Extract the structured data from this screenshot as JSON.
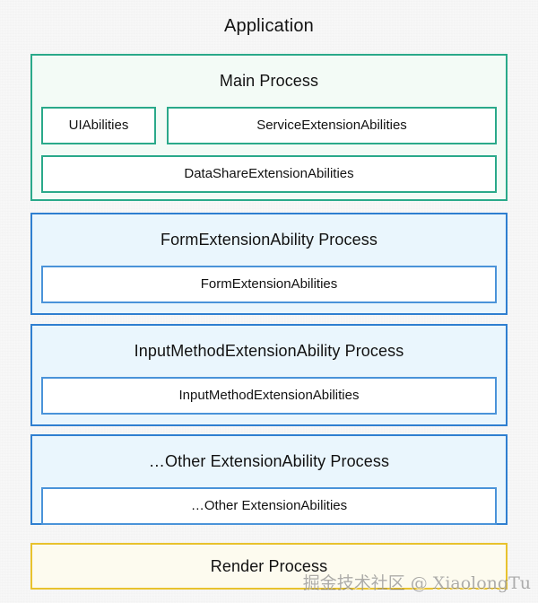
{
  "diagram": {
    "title": "Application",
    "processes": [
      {
        "id": "main",
        "title": "Main Process",
        "border_color": "#2aa98a",
        "fill_color": "#f3fbf6",
        "abilities": [
          "UIAbilities",
          "ServiceExtensionAbilities",
          "DataShareExtensionAbilities"
        ]
      },
      {
        "id": "form",
        "title": "FormExtensionAbility Process",
        "border_color": "#2f7fd0",
        "fill_color": "#eaf6fd",
        "abilities": [
          "FormExtensionAbilities"
        ]
      },
      {
        "id": "input",
        "title": "InputMethodExtensionAbility Process",
        "border_color": "#2f7fd0",
        "fill_color": "#eaf6fd",
        "abilities": [
          "InputMethodExtensionAbilities"
        ]
      },
      {
        "id": "other",
        "title": "…Other ExtensionAbility Process",
        "border_color": "#2f7fd0",
        "fill_color": "#eaf6fd",
        "abilities": [
          "…Other ExtensionAbilities"
        ]
      },
      {
        "id": "render",
        "title": "Render Process",
        "border_color": "#e8c22e",
        "fill_color": "#fdfbef",
        "abilities": []
      }
    ]
  },
  "watermark": {
    "text": "掘金技术社区 @ XiaolongTu"
  }
}
